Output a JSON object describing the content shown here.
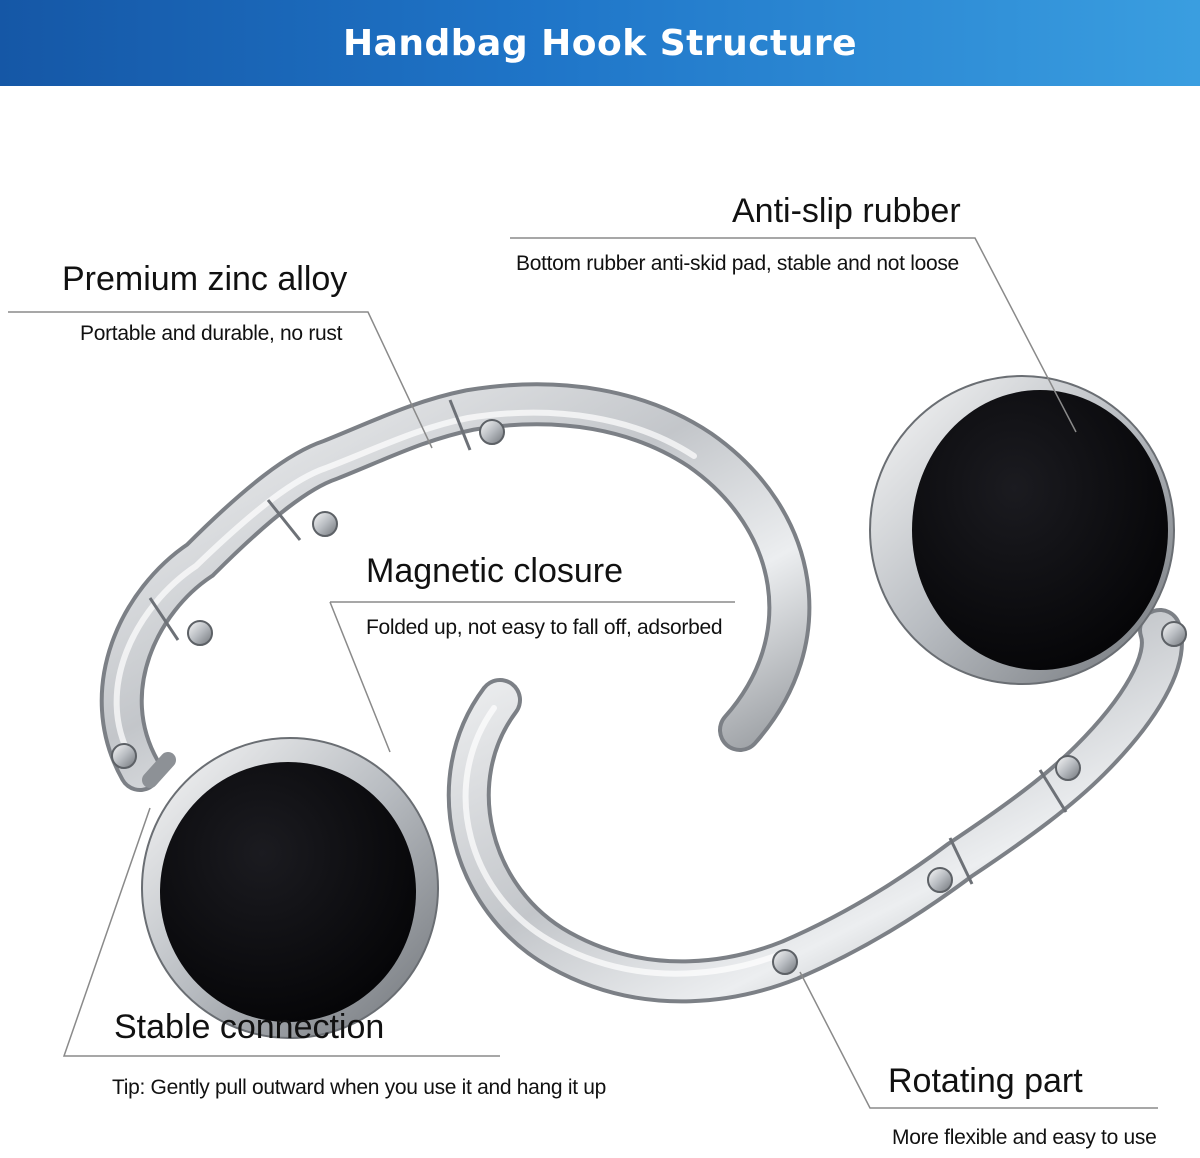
{
  "title": "Handbag Hook Structure",
  "colors": {
    "banner_start": "#1557a6",
    "banner_end": "#3a9ee0",
    "metal": "#c9ccd0",
    "rubber": "#0b0b0d",
    "leader_line": "#8a8a8a"
  },
  "callouts": {
    "zinc": {
      "heading": "Premium zinc alloy",
      "description": "Portable and durable, no rust"
    },
    "rubber": {
      "heading": "Anti-slip rubber",
      "description": "Bottom rubber anti-skid pad, stable and not loose"
    },
    "magnet": {
      "heading": "Magnetic closure",
      "description": "Folded up, not easy to fall off,  adsorbed"
    },
    "connection": {
      "heading": "Stable connection",
      "description": "Tip: Gently pull outward when you use it and hang it up"
    },
    "rotating": {
      "heading": "Rotating part",
      "description": "More flexible and easy to use"
    }
  }
}
